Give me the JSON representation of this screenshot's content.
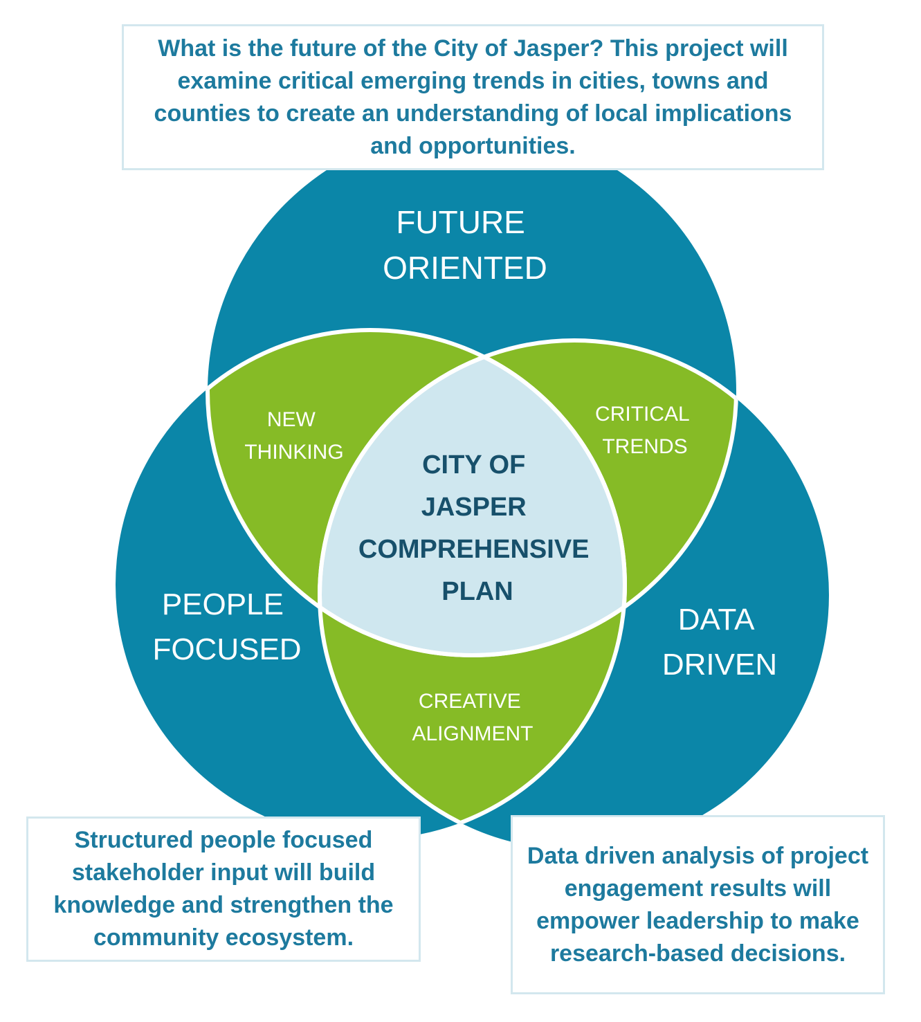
{
  "callouts": {
    "top": "What is the future of the City of Jasper? This project will examine critical emerging trends in cities, towns and counties to create an understanding of local implications and opportunities.",
    "left": "Structured people focused stakeholder input will build knowledge and strengthen the community ecosystem.",
    "right": "Data driven analysis of project engagement results will empower leadership to make research-based decisions."
  },
  "circles": {
    "top": [
      "FUTURE",
      "ORIENTED"
    ],
    "left": [
      "PEOPLE",
      "FOCUSED"
    ],
    "right": [
      "DATA",
      "DRIVEN"
    ]
  },
  "overlaps": {
    "top_left": [
      "NEW",
      "THINKING"
    ],
    "top_right": [
      "CRITICAL",
      "TRENDS"
    ],
    "bottom": [
      "CREATIVE",
      "ALIGNMENT"
    ]
  },
  "center": [
    "CITY OF",
    "JASPER",
    "COMPREHENSIVE",
    "PLAN"
  ],
  "colors": {
    "circle": "#0b86a8",
    "overlap": "#86bb26",
    "center": "#cfe7ef",
    "center_text": "#17506b",
    "label_text": "#ffffff",
    "callout_text": "#1d7a9e",
    "callout_border": "#d3e7ee",
    "outline": "#ffffff"
  }
}
